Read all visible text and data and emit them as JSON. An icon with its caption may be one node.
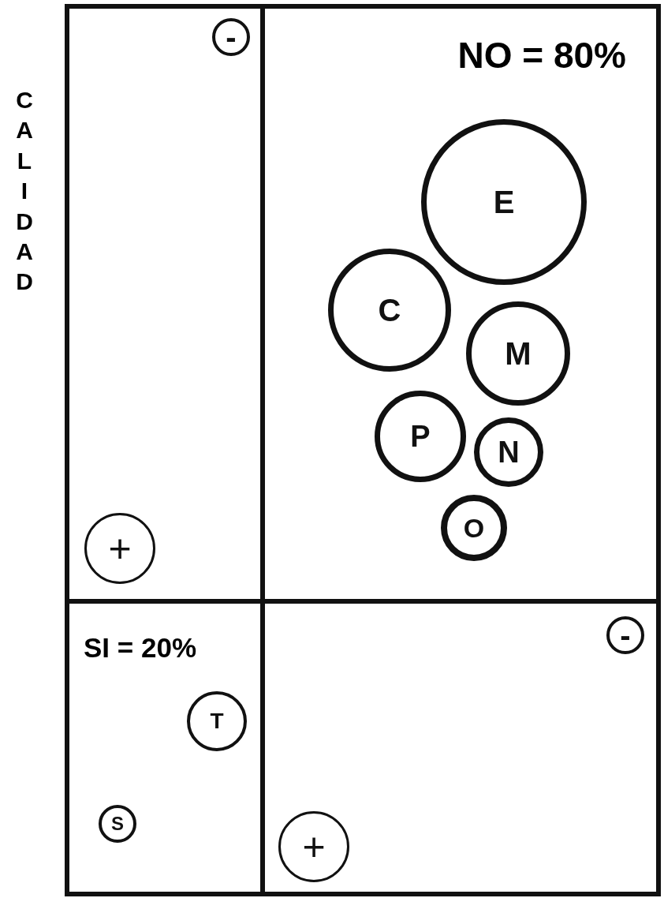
{
  "diagram": {
    "nodes": [
      {
        "text": [],
        "shape": "box"
      },
      {
        "text": [
          "-"
        ],
        "in": 0
      },
      {
        "text": [
          "+"
        ],
        "in": 0
      },
      {
        "text": [
          "NO = 80%"
        ]
      },
      {
        "text": [
          "E"
        ],
        "in": 3
      },
      {
        "text": [
          "C"
        ],
        "in": 3
      },
      {
        "text": [
          "M"
        ],
        "in": 3
      },
      {
        "text": [
          "P"
        ],
        "in": 3
      },
      {
        "text": [
          "N"
        ],
        "in": 3
      },
      {
        "text": [
          "O"
        ],
        "in": 3
      },
      {
        "text": [
          "SI = 20%"
        ]
      },
      {
        "text": [
          "T"
        ],
        "in": 10
      },
      {
        "text": [
          "S"
        ],
        "in": 10
      },
      {
        "text": [],
        "shape": "box"
      },
      {
        "text": [
          "-"
        ],
        "in": 13
      },
      {
        "text": [
          "+"
        ],
        "in": 13
      }
    ],
    "labels": [
      "CALIDAD"
    ]
  }
}
